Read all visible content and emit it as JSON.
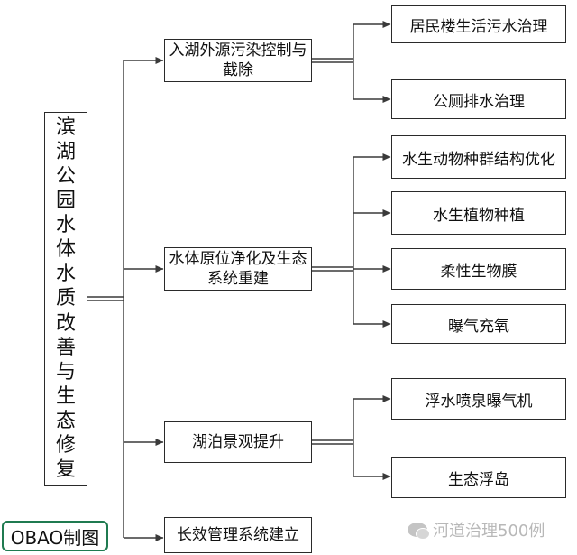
{
  "root": {
    "title": "滨湖公园水体水质改善与生态修复"
  },
  "branches": [
    {
      "label": "入湖外源污染控制与截除",
      "children": [
        "居民楼生活污水治理",
        "公厕排水治理"
      ]
    },
    {
      "label": "水体原位净化及生态系统重建",
      "children": [
        "水生动物种群结构优化",
        "水生植物种植",
        "柔性生物膜",
        "曝气充氧"
      ]
    },
    {
      "label": "湖泊景观提升",
      "children": [
        "浮水喷泉曝气机",
        "生态浮岛"
      ]
    },
    {
      "label": "长效管理系统建立",
      "children": []
    }
  ],
  "badge": {
    "text": "OBAO制图"
  },
  "watermark": {
    "text": "河道治理500例"
  },
  "colors": {
    "line": "#3a3a3a",
    "badge_border": "#1f7a50",
    "watermark": "#b8b8b8"
  }
}
